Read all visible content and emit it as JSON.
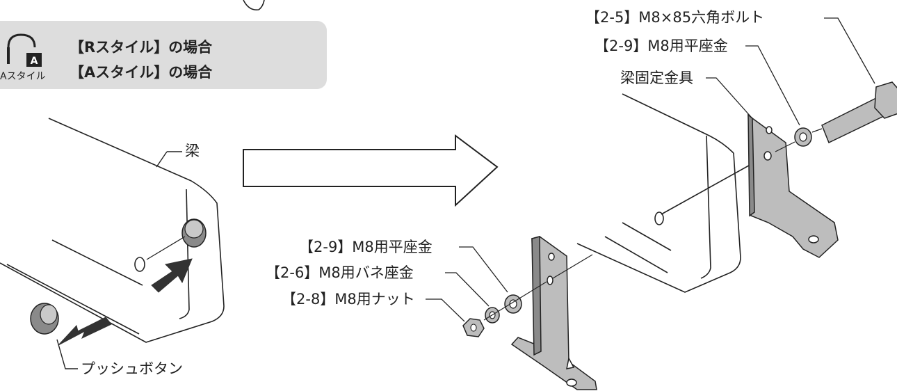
{
  "style_box": {
    "icon_letter": "A",
    "icon_caption": "Aスタイル",
    "line_r": "【Rスタイル】の場合",
    "line_a": "【Aスタイル】の場合"
  },
  "labels": {
    "beam": "梁",
    "push_button": "プッシュボタン",
    "bolt": "【2-5】M8×85六角ボルト",
    "washer_top": "【2-9】M8用平座金",
    "bracket": "梁固定金具",
    "washer_left": "【2-9】M8用平座金",
    "spring_washer": "【2-6】M8用バネ座金",
    "nut": "【2-8】M8用ナット"
  },
  "colors": {
    "line": "#222222",
    "part_fill": "#bdbdbd",
    "part_shadow": "#8a8a8a",
    "arrow_fill": "#333333",
    "box_bg": "#dddddd"
  }
}
